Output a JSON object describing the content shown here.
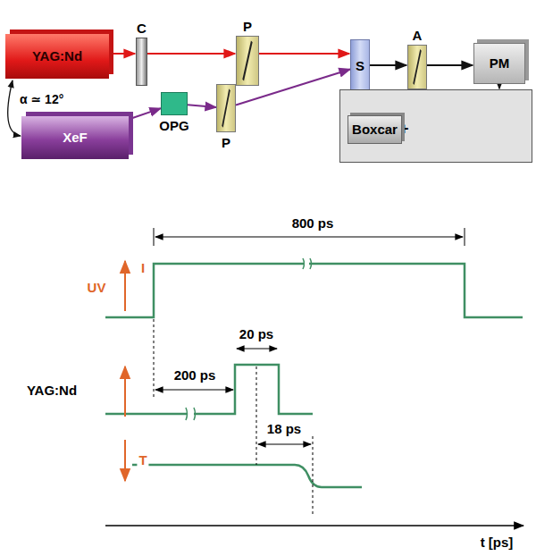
{
  "diagram": {
    "nodes": [
      {
        "text": [
          "YAG:Nd"
        ]
      },
      {
        "text": [
          "C"
        ]
      },
      {
        "text": [
          "P"
        ]
      },
      {
        "text": [
          "S"
        ]
      },
      {
        "text": [
          "A"
        ]
      },
      {
        "text": [
          "PM"
        ]
      },
      {
        "text": [
          "XeF"
        ]
      },
      {
        "text": [
          "OPG"
        ]
      },
      {
        "text": [
          "P"
        ]
      },
      {
        "text": [
          "+"
        ]
      },
      {
        "text": [
          "Boxcar"
        ],
        "in": 9
      }
    ],
    "edges": [
      {
        "from": 0,
        "to": 1,
        "arrow": "to"
      },
      {
        "from": 1,
        "to": 2,
        "arrow": "to"
      },
      {
        "from": 2,
        "to": 3,
        "arrow": "to"
      },
      {
        "from": 3,
        "to": 4,
        "arrow": "to"
      },
      {
        "from": 4,
        "to": 5,
        "arrow": "to"
      },
      {
        "from": 5,
        "to": 9,
        "arrow": "to"
      },
      {
        "from": 6,
        "to": 7,
        "arrow": "to"
      },
      {
        "from": 7,
        "to": 8,
        "arrow": "to"
      },
      {
        "from": 8,
        "to": 3,
        "arrow": "to"
      },
      {
        "from": 0,
        "to": 6,
        "label": "α ≃ 12°",
        "arrow": "both"
      }
    ],
    "labels": [
      "800 ps",
      "I",
      "UV",
      "200 ps",
      "20 ps",
      "YAG:Nd",
      "18 ps",
      "T",
      "t [ps]"
    ]
  }
}
